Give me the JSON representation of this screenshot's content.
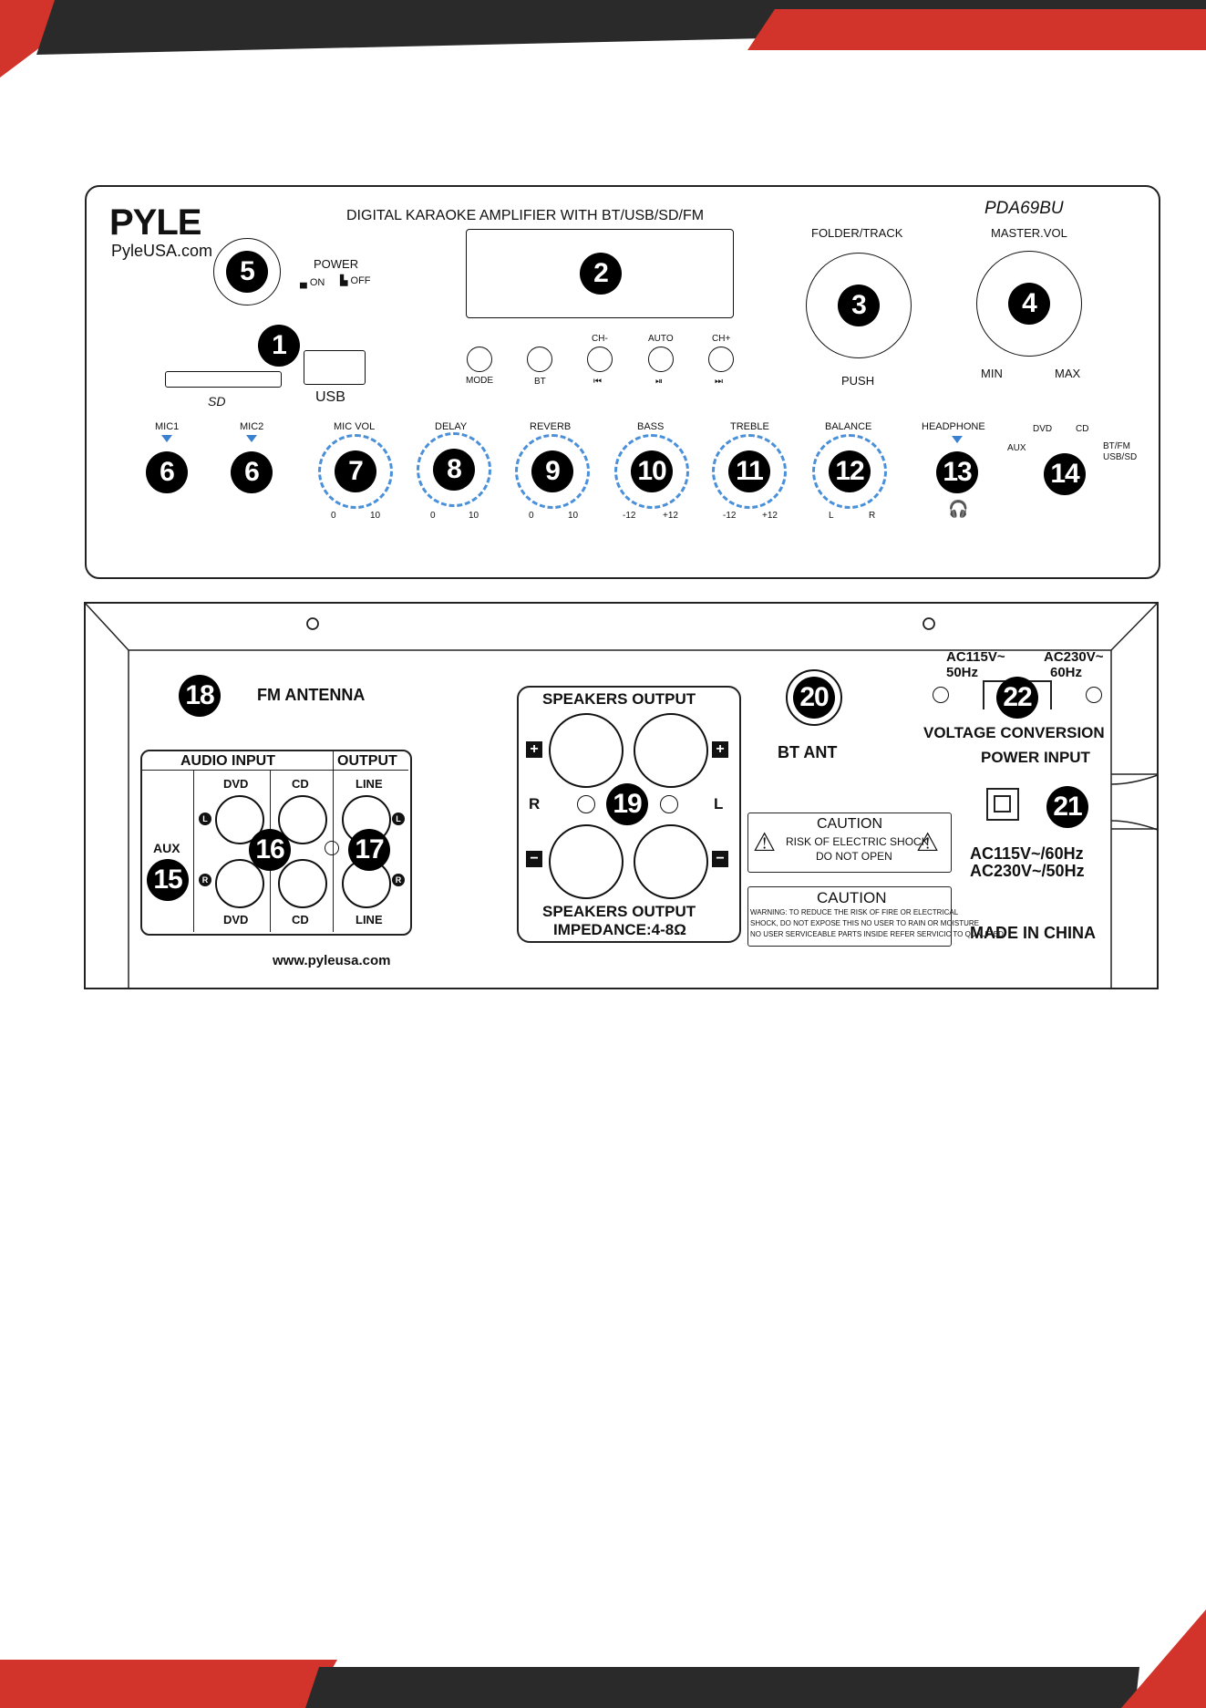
{
  "brand": {
    "logo": "PYLE",
    "site": "PyleUSA.com"
  },
  "front": {
    "title": "DIGITAL KARAOKE AMPLIFIER WITH BT/USB/SD/FM",
    "model": "PDA69BU",
    "power": "POWER",
    "power_on": "ON",
    "power_off": "OFF",
    "sd": "SD",
    "usb": "USB",
    "buttons": [
      "MODE",
      "BT",
      "CH-",
      "AUTO",
      "CH+"
    ],
    "btn_glyphs": [
      "⏮",
      "⏯",
      "⏭"
    ],
    "folder_track": "FOLDER/TRACK",
    "push": "PUSH",
    "master_vol": "MASTER.VOL",
    "min": "MIN",
    "max": "MAX",
    "mic1": "MIC1",
    "mic2": "MIC2",
    "knobs": [
      {
        "label": "MIC VOL",
        "lo": "0",
        "hi": "10",
        "num": "7"
      },
      {
        "label": "DELAY",
        "lo": "0",
        "hi": "10",
        "num": "8"
      },
      {
        "label": "REVERB",
        "lo": "0",
        "hi": "10",
        "num": "9"
      },
      {
        "label": "BASS",
        "lo": "-12",
        "hi": "+12",
        "num": "10"
      },
      {
        "label": "TREBLE",
        "lo": "-12",
        "hi": "+12",
        "num": "11"
      },
      {
        "label": "BALANCE",
        "lo": "L",
        "hi": "R",
        "num": "12"
      }
    ],
    "headphone": "HEADPHONE",
    "aux": "AUX",
    "dvd": "DVD",
    "cd": "CD",
    "btfm": "BT/FM",
    "usbsd": "USB/SD"
  },
  "rear": {
    "fm_antenna": "FM ANTENNA",
    "audio_input": "AUDIO INPUT",
    "output": "OUTPUT",
    "dvd": "DVD",
    "cd": "CD",
    "line": "LINE",
    "aux": "AUX",
    "l": "L",
    "r": "R",
    "speakers_output": "SPEAKERS OUTPUT",
    "impedance": "IMPEDANCE:4-8Ω",
    "plus": "+",
    "minus": "−",
    "bt_ant": "BT ANT",
    "ac115_top": "AC115V~",
    "hz50_top": "50Hz",
    "ac230_top": "AC230V~",
    "hz60_top": "60Hz",
    "voltage_conversion": "VOLTAGE CONVERSION",
    "power_input": "POWER INPUT",
    "ac115": "AC115V~/60Hz",
    "ac230": "AC230V~/50Hz",
    "made_in": "MADE IN CHINA",
    "caution1_title": "CAUTION",
    "caution1_l1": "RISK OF ELECTRIC SHOCK",
    "caution1_l2": "DO NOT OPEN",
    "caution2_title": "CAUTION",
    "caution2_l1": "WARNING:  TO REDUCE THE RISK OF FIRE OR ELECTRICAL",
    "caution2_l2": "SHOCK, DO NOT EXPOSE THIS NO USER TO RAIN OR MOISTURE",
    "caution2_l3": "NO USER SERVICEABLE PARTS INSIDE REFER SERVICIC TO QUALIFIED",
    "website": "www.pyleusa.com"
  },
  "callouts": {
    "n1": "1",
    "n2": "2",
    "n3": "3",
    "n4": "4",
    "n5": "5",
    "n6": "6",
    "n13": "13",
    "n14": "14",
    "n15": "15",
    "n16": "16",
    "n17": "17",
    "n18": "18",
    "n19": "19",
    "n20": "20",
    "n21": "21",
    "n22": "22"
  }
}
